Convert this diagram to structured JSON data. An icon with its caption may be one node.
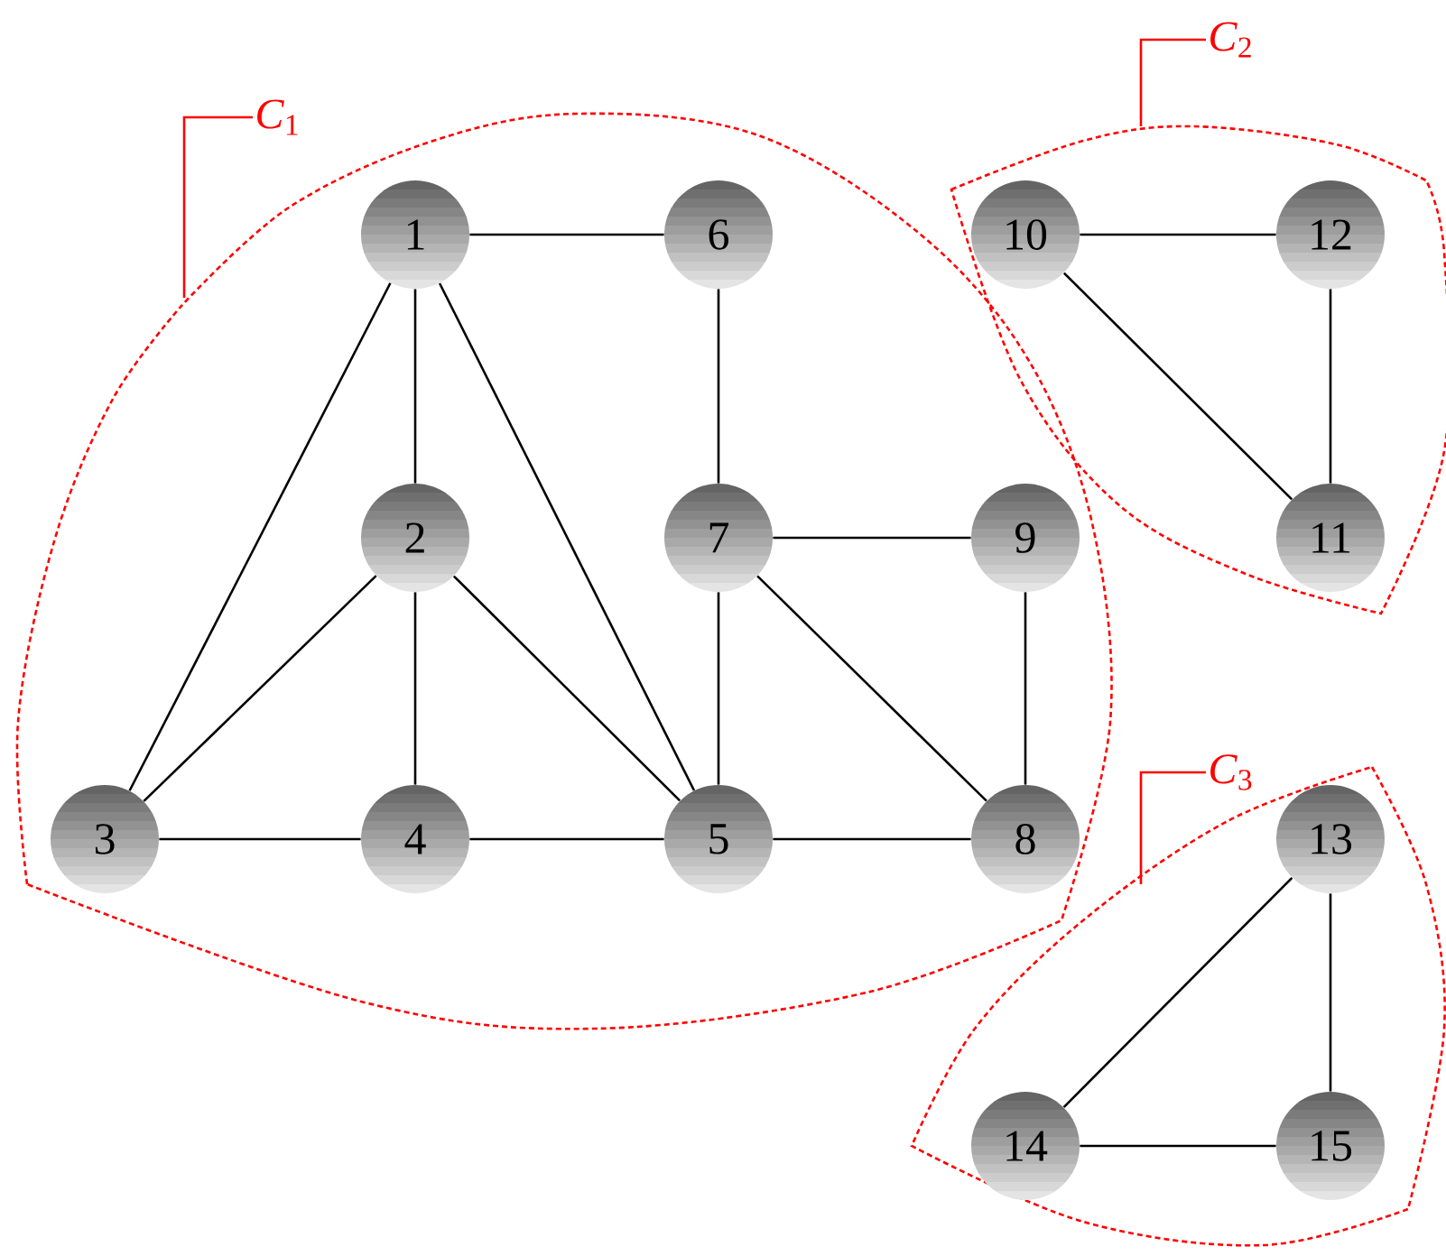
{
  "diagram": {
    "nodes": [
      {
        "text": [
          "*C*$_{1}$"
        ]
      },
      {
        "text": [
          "1"
        ],
        "in": 0
      },
      {
        "text": [
          "6"
        ],
        "in": 0
      },
      {
        "text": [
          "2"
        ],
        "in": 0
      },
      {
        "text": [
          "7"
        ],
        "in": 0
      },
      {
        "text": [
          "9"
        ],
        "in": 0
      },
      {
        "text": [
          "3"
        ],
        "in": 0
      },
      {
        "text": [
          "4"
        ],
        "in": 0
      },
      {
        "text": [
          "5"
        ],
        "in": 0
      },
      {
        "text": [
          "8"
        ],
        "in": 0
      },
      {
        "text": [
          "*C*$_{2}$"
        ]
      },
      {
        "text": [
          "10"
        ],
        "in": 10
      },
      {
        "text": [
          "12"
        ],
        "in": 10
      },
      {
        "text": [
          "11"
        ],
        "in": 10
      },
      {
        "text": [
          "*C*$_{3}$"
        ]
      },
      {
        "text": [
          "13"
        ],
        "in": 14
      },
      {
        "text": [
          "14"
        ],
        "in": 14
      },
      {
        "text": [
          "15"
        ],
        "in": 14
      }
    ],
    "edges": [
      {
        "from": 1,
        "to": 2,
        "arrow": "none"
      },
      {
        "from": 1,
        "to": 3,
        "arrow": "none"
      },
      {
        "from": 1,
        "to": 6,
        "arrow": "none"
      },
      {
        "from": 1,
        "to": 8,
        "arrow": "none"
      },
      {
        "from": 2,
        "to": 4,
        "arrow": "none"
      },
      {
        "from": 3,
        "to": 6,
        "arrow": "none"
      },
      {
        "from": 3,
        "to": 7,
        "arrow": "none"
      },
      {
        "from": 3,
        "to": 8,
        "arrow": "none"
      },
      {
        "from": 4,
        "to": 5,
        "arrow": "none"
      },
      {
        "from": 4,
        "to": 8,
        "arrow": "none"
      },
      {
        "from": 4,
        "to": 9,
        "arrow": "none"
      },
      {
        "from": 5,
        "to": 9,
        "arrow": "none"
      },
      {
        "from": 6,
        "to": 7,
        "arrow": "none"
      },
      {
        "from": 7,
        "to": 8,
        "arrow": "none"
      },
      {
        "from": 8,
        "to": 9,
        "arrow": "none"
      },
      {
        "from": 11,
        "to": 12,
        "arrow": "none"
      },
      {
        "from": 11,
        "to": 13,
        "arrow": "none"
      },
      {
        "from": 12,
        "to": 13,
        "arrow": "none"
      },
      {
        "from": 15,
        "to": 16,
        "arrow": "none"
      },
      {
        "from": 15,
        "to": 17,
        "arrow": "none"
      },
      {
        "from": 16,
        "to": 17,
        "arrow": "none"
      }
    ]
  }
}
